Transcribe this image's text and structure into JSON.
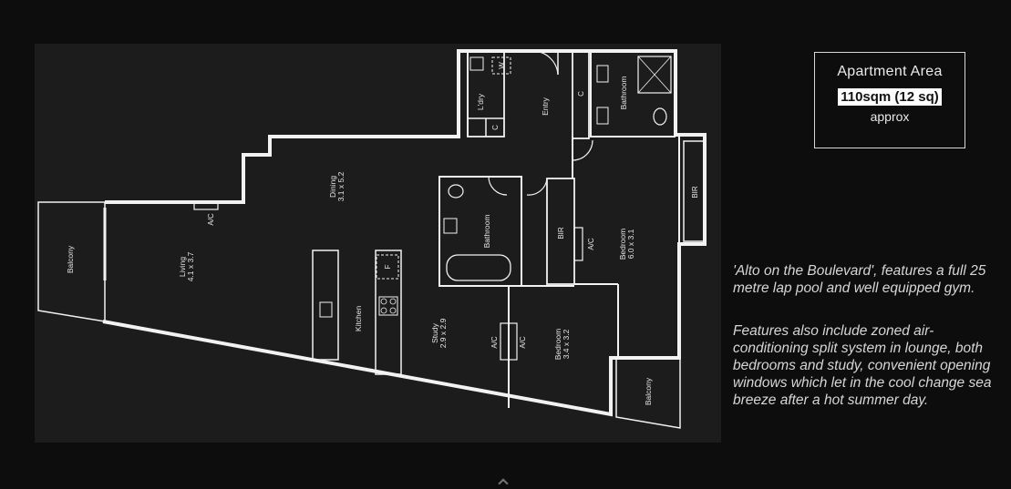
{
  "floorplan": {
    "rooms": {
      "balcony_left": "Balcony",
      "living": "Living",
      "living_size": "4.1 x 3.7",
      "dining": "Dining",
      "dining_size": "3.1 x 5.2",
      "kitchen": "Kitchen",
      "study": "Study",
      "study_size": "2.9 x 2.9",
      "bedroom_2": "Bedroom",
      "bedroom_2_size": "3.4 x 3.2",
      "bedroom_1": "Bedroom",
      "bedroom_1_size": "6.0 x 3.1",
      "bathroom_main": "Bathroom",
      "bathroom_ensuite": "Bathroom",
      "laundry": "L'dry",
      "entry": "Entry",
      "balcony_right": "Balcony"
    },
    "fixtures": {
      "ac_1": "A/C",
      "ac_2": "A/C",
      "ac_3": "A/C",
      "ac_4": "A/C",
      "bir_1": "BIR",
      "bir_2": "BIR",
      "cupboard_1": "C",
      "cupboard_2": "C",
      "fridge": "F",
      "washer": "W"
    }
  },
  "area_box": {
    "title": "Apartment Area",
    "value": "110sqm (12 sq)",
    "note": "approx"
  },
  "description": {
    "paragraph_1": "'Alto on the Boulevard', features a full 25 metre lap pool and well equipped gym.",
    "paragraph_2": "Features also include zoned air-conditioning split system in lounge, both bedrooms and study, convenient opening windows which let in the cool change sea breeze after a hot summer day."
  }
}
